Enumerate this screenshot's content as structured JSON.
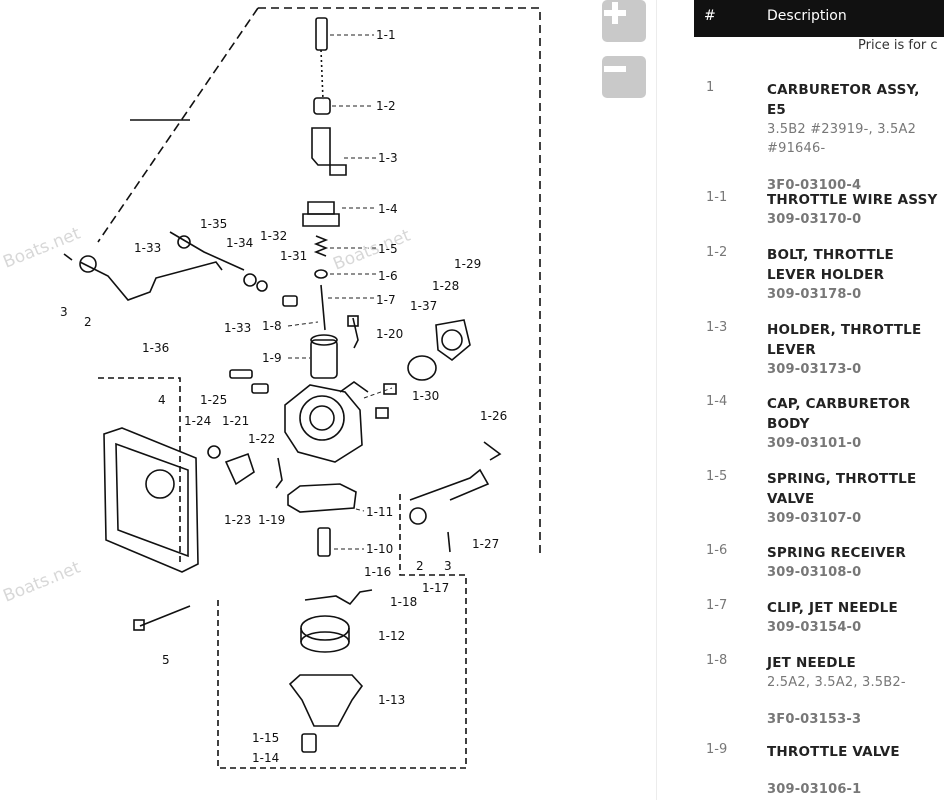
{
  "diagram": {
    "watermark": "Boats.net",
    "zoom_in_icon": "plus-icon",
    "zoom_out_icon": "minus-icon",
    "labels": [
      "1-1",
      "1-2",
      "1-3",
      "1-4",
      "1-5",
      "1-6",
      "1-7",
      "1-8",
      "1-9",
      "1-10",
      "1-11",
      "1-12",
      "1-13",
      "1-14",
      "1-15",
      "1-16",
      "1-17",
      "1-18",
      "1-19",
      "1-20",
      "1-21",
      "1-22",
      "1-23",
      "1-24",
      "1-25",
      "1-26",
      "1-27",
      "1-28",
      "1-29",
      "1-30",
      "1-31",
      "1-32",
      "1-33",
      "1-33",
      "1-34",
      "1-35",
      "1-36",
      "1-37",
      "2",
      "2",
      "3",
      "3",
      "4",
      "5"
    ]
  },
  "parts_table": {
    "header": {
      "number": "#",
      "description": "Description"
    },
    "price_note": "Price is for c",
    "rows": [
      {
        "number": "1",
        "name": "CARBURETOR ASSY, E5",
        "detail": "3.5B2 #23919-, 3.5A2 #91646-",
        "sku": "3F0-03100-4"
      },
      {
        "number": "1-1",
        "name": "THROTTLE WIRE ASSY",
        "detail": "",
        "sku": "309-03170-0"
      },
      {
        "number": "1-2",
        "name": "BOLT, THROTTLE LEVER HOLDER",
        "detail": "",
        "sku": "309-03178-0"
      },
      {
        "number": "1-3",
        "name": "HOLDER, THROTTLE LEVER",
        "detail": "",
        "sku": "309-03173-0"
      },
      {
        "number": "1-4",
        "name": "CAP, CARBURETOR BODY",
        "detail": "",
        "sku": "309-03101-0"
      },
      {
        "number": "1-5",
        "name": "SPRING, THROTTLE VALVE",
        "detail": "",
        "sku": "309-03107-0"
      },
      {
        "number": "1-6",
        "name": "SPRING RECEIVER",
        "detail": "",
        "sku": "309-03108-0"
      },
      {
        "number": "1-7",
        "name": "CLIP, JET NEEDLE",
        "detail": "",
        "sku": "309-03154-0"
      },
      {
        "number": "1-8",
        "name": "JET NEEDLE",
        "detail": "2.5A2, 3.5A2, 3.5B2-",
        "sku": "3F0-03153-3"
      },
      {
        "number": "1-9",
        "name": "THROTTLE VALVE",
        "detail": "",
        "sku": "309-03106-1"
      }
    ]
  }
}
